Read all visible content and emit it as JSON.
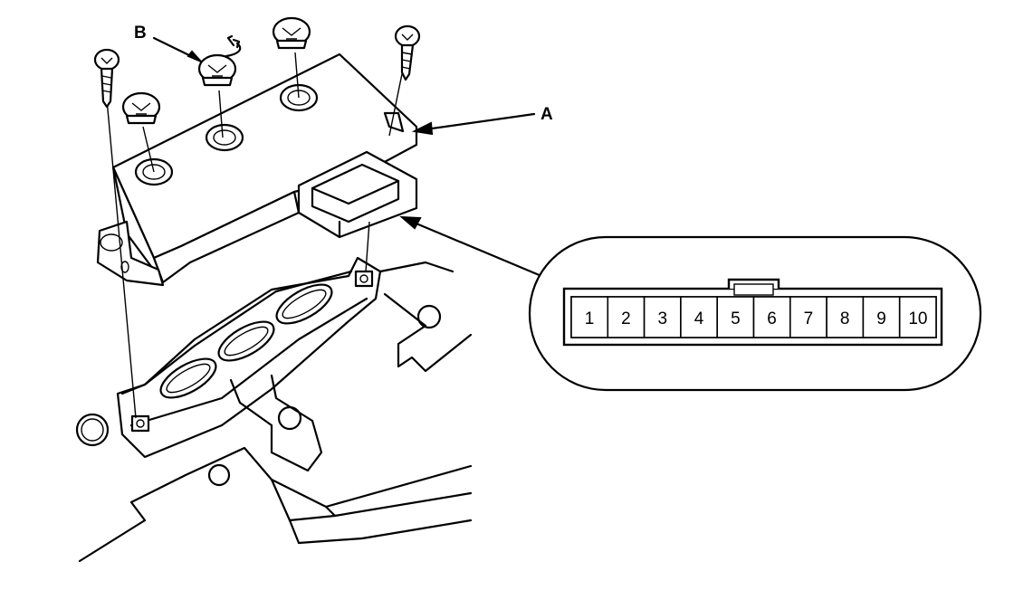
{
  "callouts": {
    "a": "A",
    "b": "B"
  },
  "connector": {
    "pins": [
      "1",
      "2",
      "3",
      "4",
      "5",
      "6",
      "7",
      "8",
      "9",
      "10"
    ]
  },
  "icons": {
    "screw": "phillips-screw-icon",
    "bolt": "flange-bolt-icon",
    "rotation": "rotation-arrow-icon"
  }
}
